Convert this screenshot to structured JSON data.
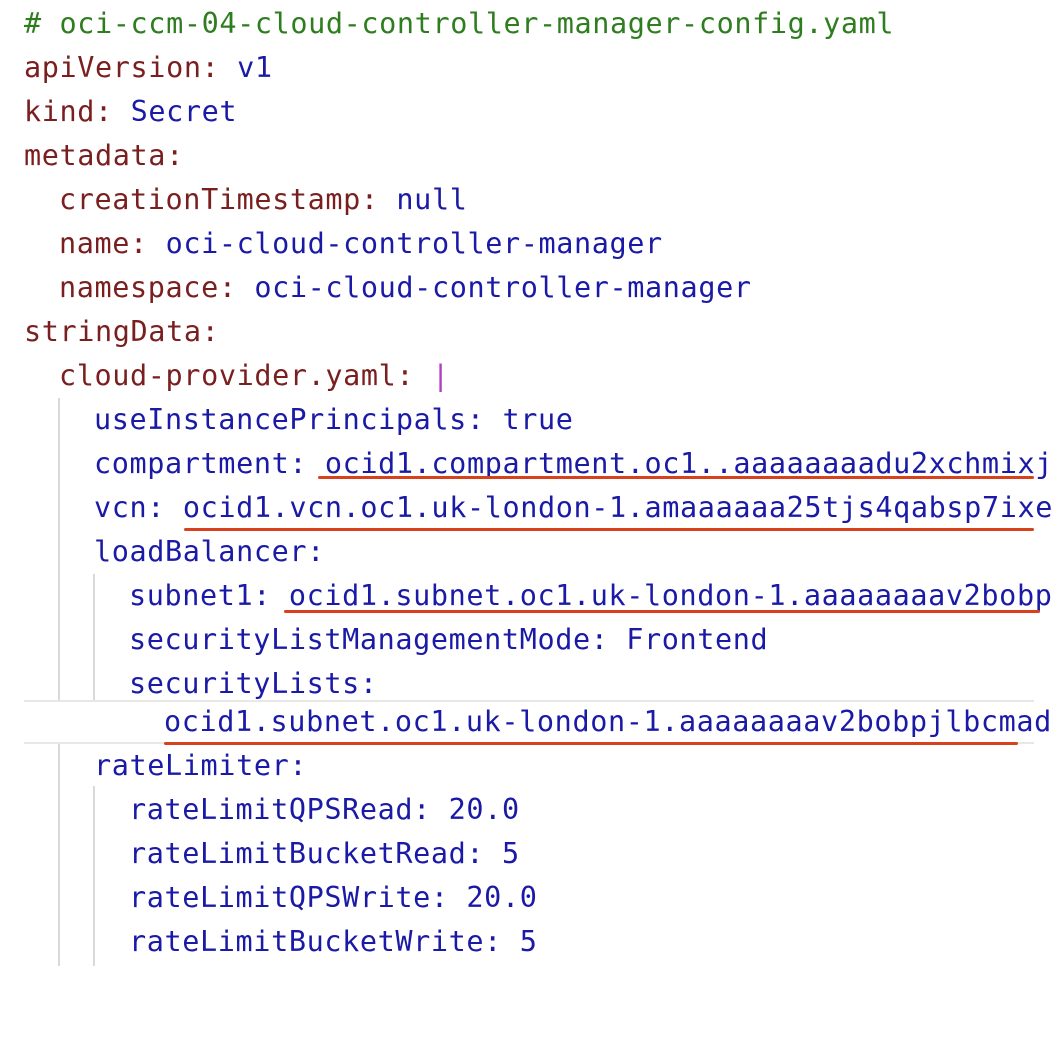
{
  "editor": {
    "comment": "# oci-ccm-04-cloud-controller-manager-config.yaml",
    "lines": [
      {
        "key": "apiVersion:",
        "value": "v1"
      },
      {
        "key": "kind:",
        "value": "Secret"
      },
      {
        "key": "metadata:",
        "value": ""
      },
      {
        "key": "creationTimestamp:",
        "value": "null"
      },
      {
        "key": "name:",
        "value": "oci-cloud-controller-manager"
      },
      {
        "key": "namespace:",
        "value": "oci-cloud-controller-manager"
      },
      {
        "key": "stringData:",
        "value": ""
      },
      {
        "key": "cloud-provider.yaml:",
        "value": "|"
      },
      {
        "key": "useInstancePrincipals:",
        "value": "true"
      },
      {
        "key": "compartment:",
        "value": "ocid1.compartment.oc1..aaaaaaaadu2xchmixj"
      },
      {
        "key": "vcn:",
        "value": "ocid1.vcn.oc1.uk-london-1.amaaaaaa25tjs4qabsp7ixe"
      },
      {
        "key": "loadBalancer:",
        "value": ""
      },
      {
        "key": "subnet1:",
        "value": "ocid1.subnet.oc1.uk-london-1.aaaaaaaav2bobp"
      },
      {
        "key": "securityListManagementMode:",
        "value": "Frontend"
      },
      {
        "key": "securityLists:",
        "value": ""
      },
      {
        "key": "",
        "value": "ocid1.subnet.oc1.uk-london-1.aaaaaaaav2bobpjlbcmad"
      },
      {
        "key": "rateLimiter:",
        "value": ""
      },
      {
        "key": "rateLimitQPSRead:",
        "value": "20.0"
      },
      {
        "key": "rateLimitBucketRead:",
        "value": "5"
      },
      {
        "key": "rateLimitQPSWrite:",
        "value": "20.0"
      },
      {
        "key": "rateLimitBucketWrite:",
        "value": "5"
      }
    ]
  },
  "colors": {
    "comment": "#2e7d1f",
    "key": "#7a1f1f",
    "nested_key": "#1a1aa6",
    "value": "#1a1aa6",
    "block_indicator": "#b040c0",
    "highlight_underline": "#d9411e"
  }
}
